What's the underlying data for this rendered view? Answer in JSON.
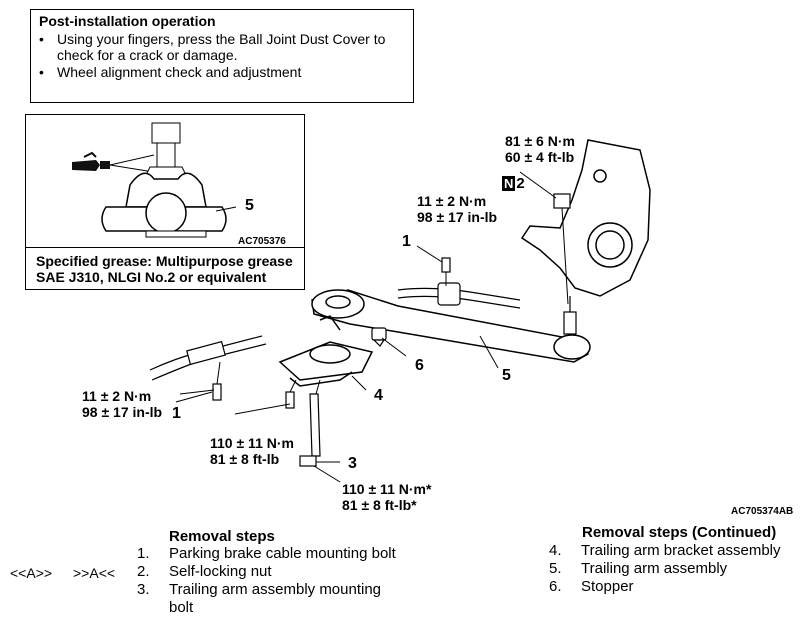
{
  "post_install": {
    "title": "Post-installation operation",
    "items": [
      "Using your fingers, press the Ball Joint Dust Cover to check for a crack or damage.",
      "Wheel alignment check and adjustment"
    ],
    "bullet": "•"
  },
  "inset": {
    "part_number": "5",
    "figure_code": "AC705376",
    "grease_line1": "Specified grease: Multipurpose grease",
    "grease_line2": "SAE J310, NLGI No.2 or equivalent"
  },
  "diagram": {
    "figure_code": "AC705374AB",
    "torque_knuckle_nm": "81 ± 6 N·m",
    "torque_knuckle_ftlb": "60 ± 4 ft-lb",
    "nut_tag_letter": "N",
    "nut_tag_number": "2",
    "torque_bolt1_nm": "11 ± 2 N·m",
    "torque_bolt1_ftlb": "98 ± 17 in-lb",
    "torque_cable_nm": "11 ± 2 N·m",
    "torque_cable_inlb": "98 ± 17 in-lb",
    "torque_bracket_nm": "110 ± 11 N·m",
    "torque_bracket_ftlb": "81 ± 8 ft-lb",
    "torque_arm_bolt_nm": "110 ± 11 N·m*",
    "torque_arm_bolt_ftlb": "81 ± 8 ft-lb*",
    "callouts": {
      "c1_top": "1",
      "c1_left": "1",
      "c3": "3",
      "c4": "4",
      "c5": "5",
      "c6": "6"
    }
  },
  "removal_steps": {
    "title": "Removal steps",
    "marker_left": "<<A>>",
    "marker_right": ">>A<<",
    "steps": [
      {
        "n": "1.",
        "text": "Parking brake cable mounting bolt"
      },
      {
        "n": "2.",
        "text": "Self-locking nut"
      },
      {
        "n": "3.",
        "text": "Trailing arm assembly mounting"
      },
      {
        "n": "",
        "text": "bolt"
      }
    ]
  },
  "removal_steps_continued": {
    "title": "Removal steps (Continued)",
    "steps": [
      {
        "n": "4.",
        "text": "Trailing arm bracket assembly"
      },
      {
        "n": "5.",
        "text": "Trailing arm assembly"
      },
      {
        "n": "6.",
        "text": "Stopper"
      }
    ]
  }
}
